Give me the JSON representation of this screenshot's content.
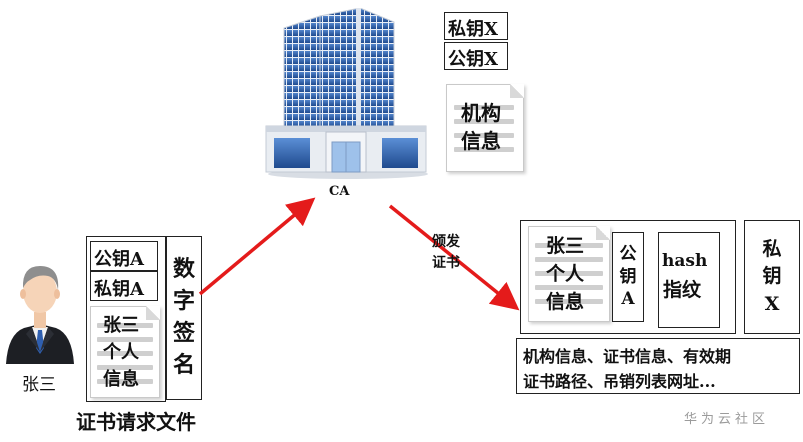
{
  "ca": {
    "label": "CA"
  },
  "ca_keys": {
    "private": "私钥X",
    "public": "公钥X"
  },
  "ca_info": {
    "line1": "机构",
    "line2": "信息"
  },
  "user": {
    "name": "张三"
  },
  "request": {
    "public_key": "公钥A",
    "private_key": "私钥A",
    "info": [
      "张三",
      "个人",
      "信息"
    ],
    "signature": [
      "数",
      "字",
      "签",
      "名"
    ],
    "caption": "证书请求文件"
  },
  "issue": {
    "line1": "颁发",
    "line2": "证书"
  },
  "certificate": {
    "info": [
      "张三",
      "个人",
      "信息"
    ],
    "public_key": [
      "公",
      "钥",
      "A"
    ],
    "hash": {
      "line1": "hash",
      "line2": "指纹"
    },
    "private_key": [
      "私",
      "钥",
      "X"
    ],
    "details_line1": "机构信息、证书信息、有效期",
    "details_line2": "证书路径、吊销列表网址..."
  },
  "watermark": "华为云社区",
  "colors": {
    "arrow": "#e41b1b",
    "stripe": "#cfcfcf",
    "building_glass": "#3e6fb5"
  }
}
